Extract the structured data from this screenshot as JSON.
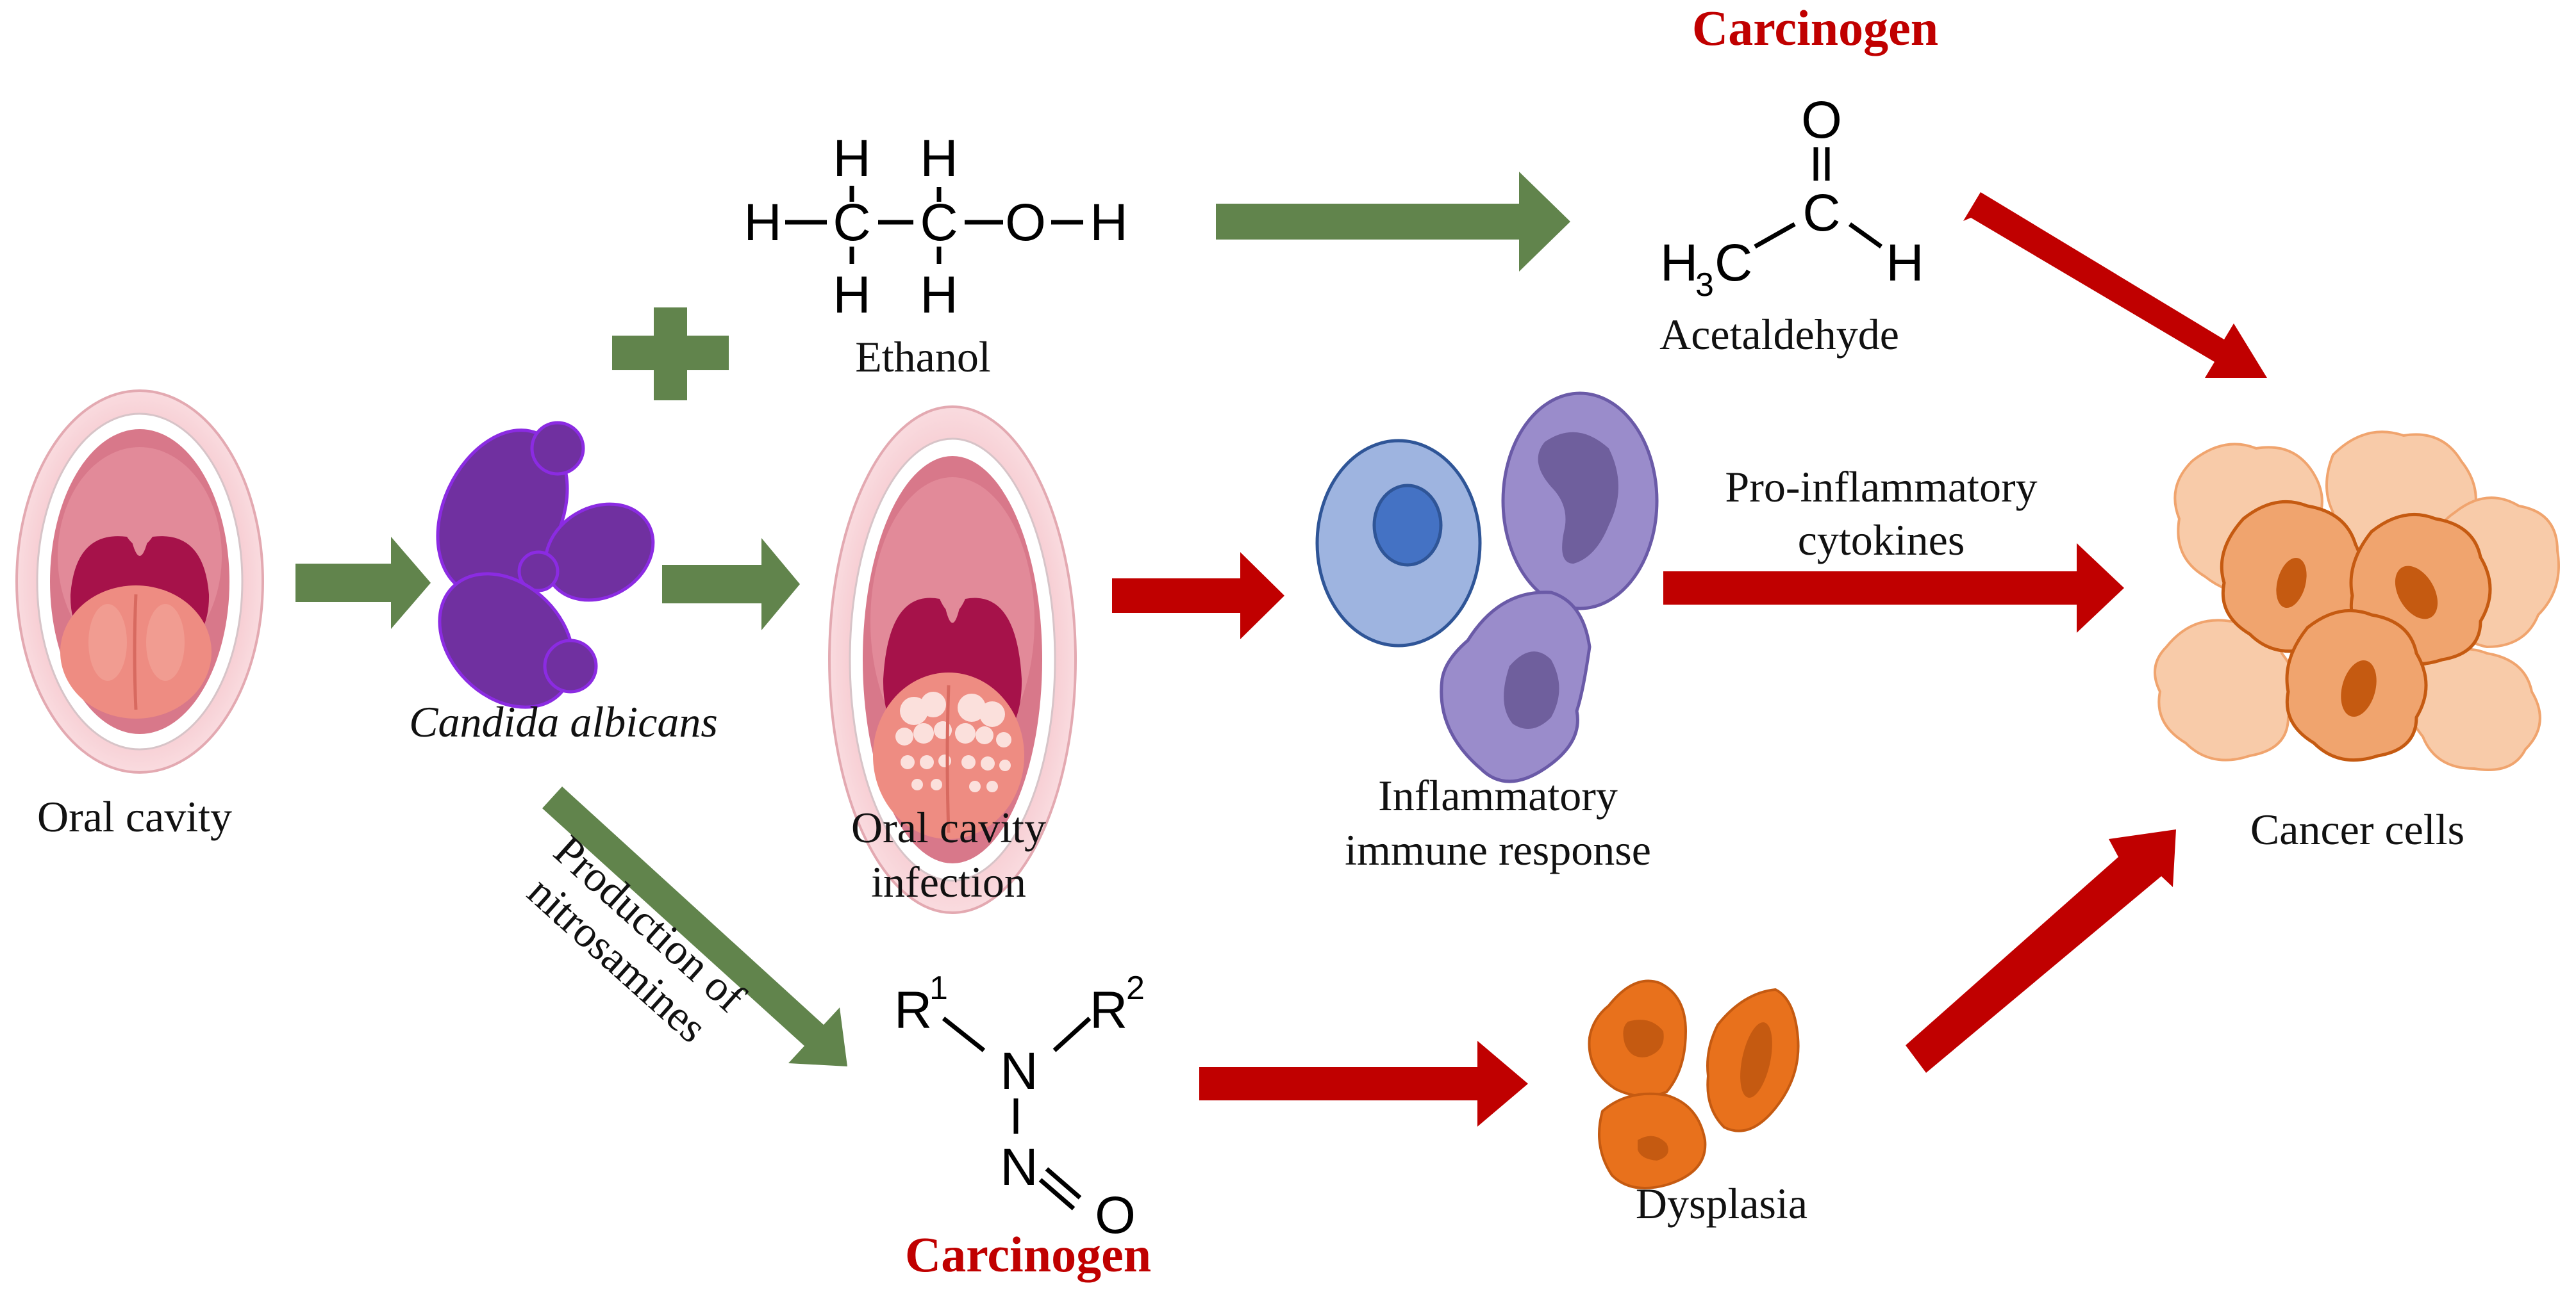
{
  "title": "Candida albicans and oral carcinogenesis pathways",
  "colors": {
    "green_arrow": "#61844c",
    "red_arrow": "#c00000",
    "carcinogen_text": "#c00000",
    "candida": "#7030a0",
    "candida_outline": "#8b2be2",
    "dysplasia": "#e8711c",
    "dysplasia_nucleus": "#c55a11",
    "cancer_cell": "#f0a46e",
    "cancer_cell_light": "#f8cba9",
    "immune_blue": "#9eb4e0",
    "immune_blue_nucleus": "#4472c4",
    "immune_purple": "#9a8ccb",
    "immune_purple_nucleus": "#6f5f9d"
  },
  "nodes": {
    "oral_cavity": {
      "label": "Oral cavity"
    },
    "candida": {
      "label": "Candida albicans"
    },
    "ethanol": {
      "label": "Ethanol",
      "formula_rows": {
        "top_h": [
          "H",
          "H"
        ],
        "middle": [
          "H",
          "C",
          "C",
          "O",
          "H"
        ],
        "bottom_h": [
          "H",
          "H"
        ]
      }
    },
    "acetaldehyde": {
      "label": "Acetaldehyde",
      "tag": "Carcinogen",
      "atoms": {
        "o": "O",
        "c": "C",
        "h3c_main": "H",
        "h3c_sub": "3",
        "h3c_c": "C",
        "h": "H"
      }
    },
    "oral_infection": {
      "label_line1": "Oral cavity",
      "label_line2": "infection"
    },
    "immune": {
      "label_line1": "Inflammatory",
      "label_line2": "immune response"
    },
    "cytokines": {
      "label_line1": "Pro-inflammatory",
      "label_line2": "cytokines"
    },
    "cancer": {
      "label": "Cancer cells"
    },
    "nitrosamine": {
      "tag": "Carcinogen",
      "edge_label_line1": "Production of",
      "edge_label_line2": "nitrosamines",
      "atoms": {
        "r1": "R",
        "r1_sup": "1",
        "r2": "R",
        "r2_sup": "2",
        "n1": "N",
        "n2": "N",
        "o": "O"
      }
    },
    "dysplasia": {
      "label": "Dysplasia"
    }
  },
  "plus_symbol": "+",
  "edges": [
    {
      "from": "oral_cavity",
      "to": "candida",
      "color": "green"
    },
    {
      "from": "candida",
      "to": "oral_infection",
      "color": "green"
    },
    {
      "from": "ethanol",
      "to": "acetaldehyde",
      "color": "green"
    },
    {
      "from": "acetaldehyde",
      "to": "cancer",
      "color": "red"
    },
    {
      "from": "oral_infection",
      "to": "immune",
      "color": "red"
    },
    {
      "from": "immune",
      "to": "cancer",
      "color": "red",
      "label": "Pro-inflammatory cytokines"
    },
    {
      "from": "candida",
      "to": "nitrosamine",
      "color": "green",
      "label": "Production of nitrosamines"
    },
    {
      "from": "nitrosamine",
      "to": "dysplasia",
      "color": "red"
    },
    {
      "from": "dysplasia",
      "to": "cancer",
      "color": "red"
    }
  ]
}
